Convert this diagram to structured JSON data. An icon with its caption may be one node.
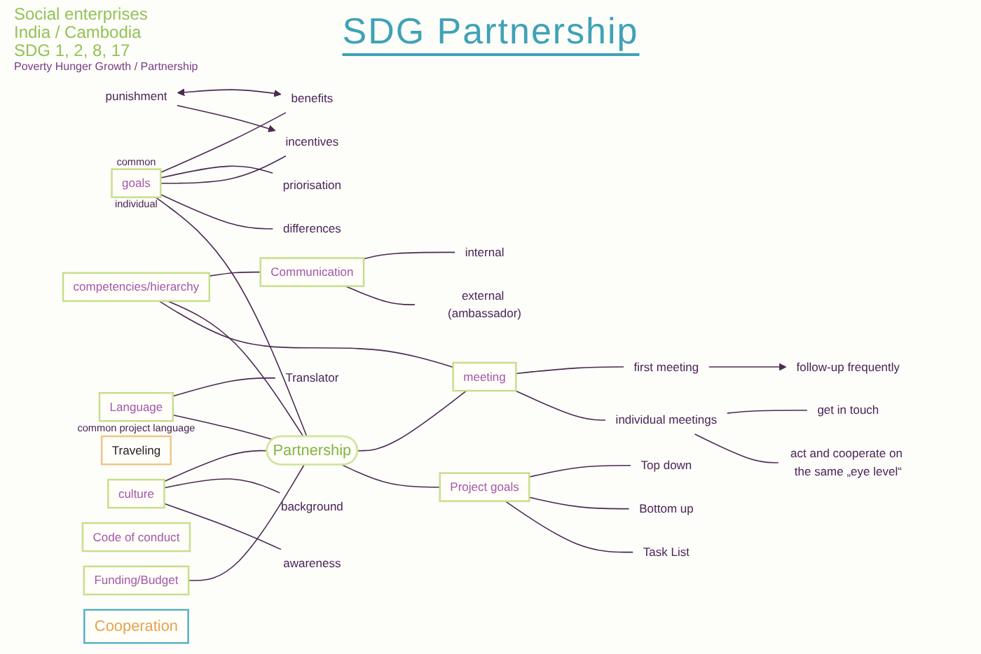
{
  "diagram": {
    "title": "SDG Partnership",
    "nodes": [
      {
        "text": [
          "internal"
        ]
      },
      {
        "text": [
          "external (ambassador)"
        ]
      },
      {
        "text": [
          "Communication"
        ]
      },
      {
        "text": [
          "benefits"
        ]
      },
      {
        "text": [
          "priorisation"
        ]
      },
      {
        "text": [
          "goals"
        ],
        "beside": [
          "common",
          "individual"
        ]
      },
      {
        "text": [
          "punishment"
        ]
      },
      {
        "text": [
          "incentives"
        ]
      },
      {
        "text": [
          "differences"
        ]
      },
      {
        "text": [
          "Translator"
        ]
      },
      {
        "text": [
          "competencies/hierarchy"
        ]
      },
      {
        "text": [
          "Language"
        ],
        "beside": [
          "common project language"
        ]
      },
      {
        "text": [
          "Partnership"
        ]
      },
      {
        "text": [
          "first meeting"
        ]
      },
      {
        "text": [
          "follow-up frequently"
        ]
      },
      {
        "text": [
          "Traveling"
        ]
      },
      {
        "text": [
          "meeting"
        ]
      },
      {
        "text": [
          "Funding/Budget"
        ]
      },
      {
        "text": [
          "Code of conduct"
        ]
      },
      {
        "text": [
          "culture"
        ]
      },
      {
        "text": [
          "Top down"
        ]
      },
      {
        "text": [
          "Project goals"
        ]
      },
      {
        "text": [
          "Bottom up"
        ]
      },
      {
        "text": [
          "individual meetings"
        ]
      },
      {
        "text": [
          "background"
        ]
      },
      {
        "text": [
          "awareness"
        ]
      },
      {
        "text": [
          "Task List"
        ]
      },
      {
        "text": [
          "get in touch"
        ]
      },
      {
        "text": [
          "act and cooperate on the same „eye level“"
        ]
      },
      {
        "text": [
          "Cooperation"
        ]
      }
    ],
    "edges": [
      {
        "from": 2,
        "to": 0,
        "arrow": "none"
      },
      {
        "from": 2,
        "to": 1,
        "arrow": "none"
      },
      {
        "from": 10,
        "to": 2,
        "arrow": "none"
      },
      {
        "from": 5,
        "to": 3,
        "arrow": "none"
      },
      {
        "from": 5,
        "to": 4,
        "arrow": "none"
      },
      {
        "from": 6,
        "to": 3,
        "arrow": "both"
      },
      {
        "from": 6,
        "to": 7,
        "arrow": "to"
      },
      {
        "from": 5,
        "to": 7,
        "arrow": "none"
      },
      {
        "from": 5,
        "to": 8,
        "arrow": "none"
      },
      {
        "from": 5,
        "to": 12,
        "arrow": "none"
      },
      {
        "from": 11,
        "to": 9,
        "arrow": "none"
      },
      {
        "from": 11,
        "to": 12,
        "arrow": "none"
      },
      {
        "from": 10,
        "to": 12,
        "arrow": "none"
      },
      {
        "from": 10,
        "to": 16,
        "arrow": "none"
      },
      {
        "from": 12,
        "to": 16,
        "arrow": "none"
      },
      {
        "from": 16,
        "to": 13,
        "arrow": "none"
      },
      {
        "from": 13,
        "to": 14,
        "arrow": "to"
      },
      {
        "from": 16,
        "to": 23,
        "arrow": "none"
      },
      {
        "from": 23,
        "to": 27,
        "arrow": "none"
      },
      {
        "from": 23,
        "to": 28,
        "arrow": "none"
      },
      {
        "from": 17,
        "to": 12,
        "arrow": "none"
      },
      {
        "from": 19,
        "to": 12,
        "arrow": "none"
      },
      {
        "from": 19,
        "to": 24,
        "arrow": "none"
      },
      {
        "from": 19,
        "to": 25,
        "arrow": "none"
      },
      {
        "from": 12,
        "to": 21,
        "arrow": "none"
      },
      {
        "from": 21,
        "to": 20,
        "arrow": "none"
      },
      {
        "from": 21,
        "to": 22,
        "arrow": "none"
      },
      {
        "from": 21,
        "to": 26,
        "arrow": "none"
      }
    ],
    "labels": [
      "Social enterprises",
      "India / Cambodia",
      "SDG 1, 2, 8, 17",
      "Poverty Hunger Growth / Partnership"
    ]
  }
}
